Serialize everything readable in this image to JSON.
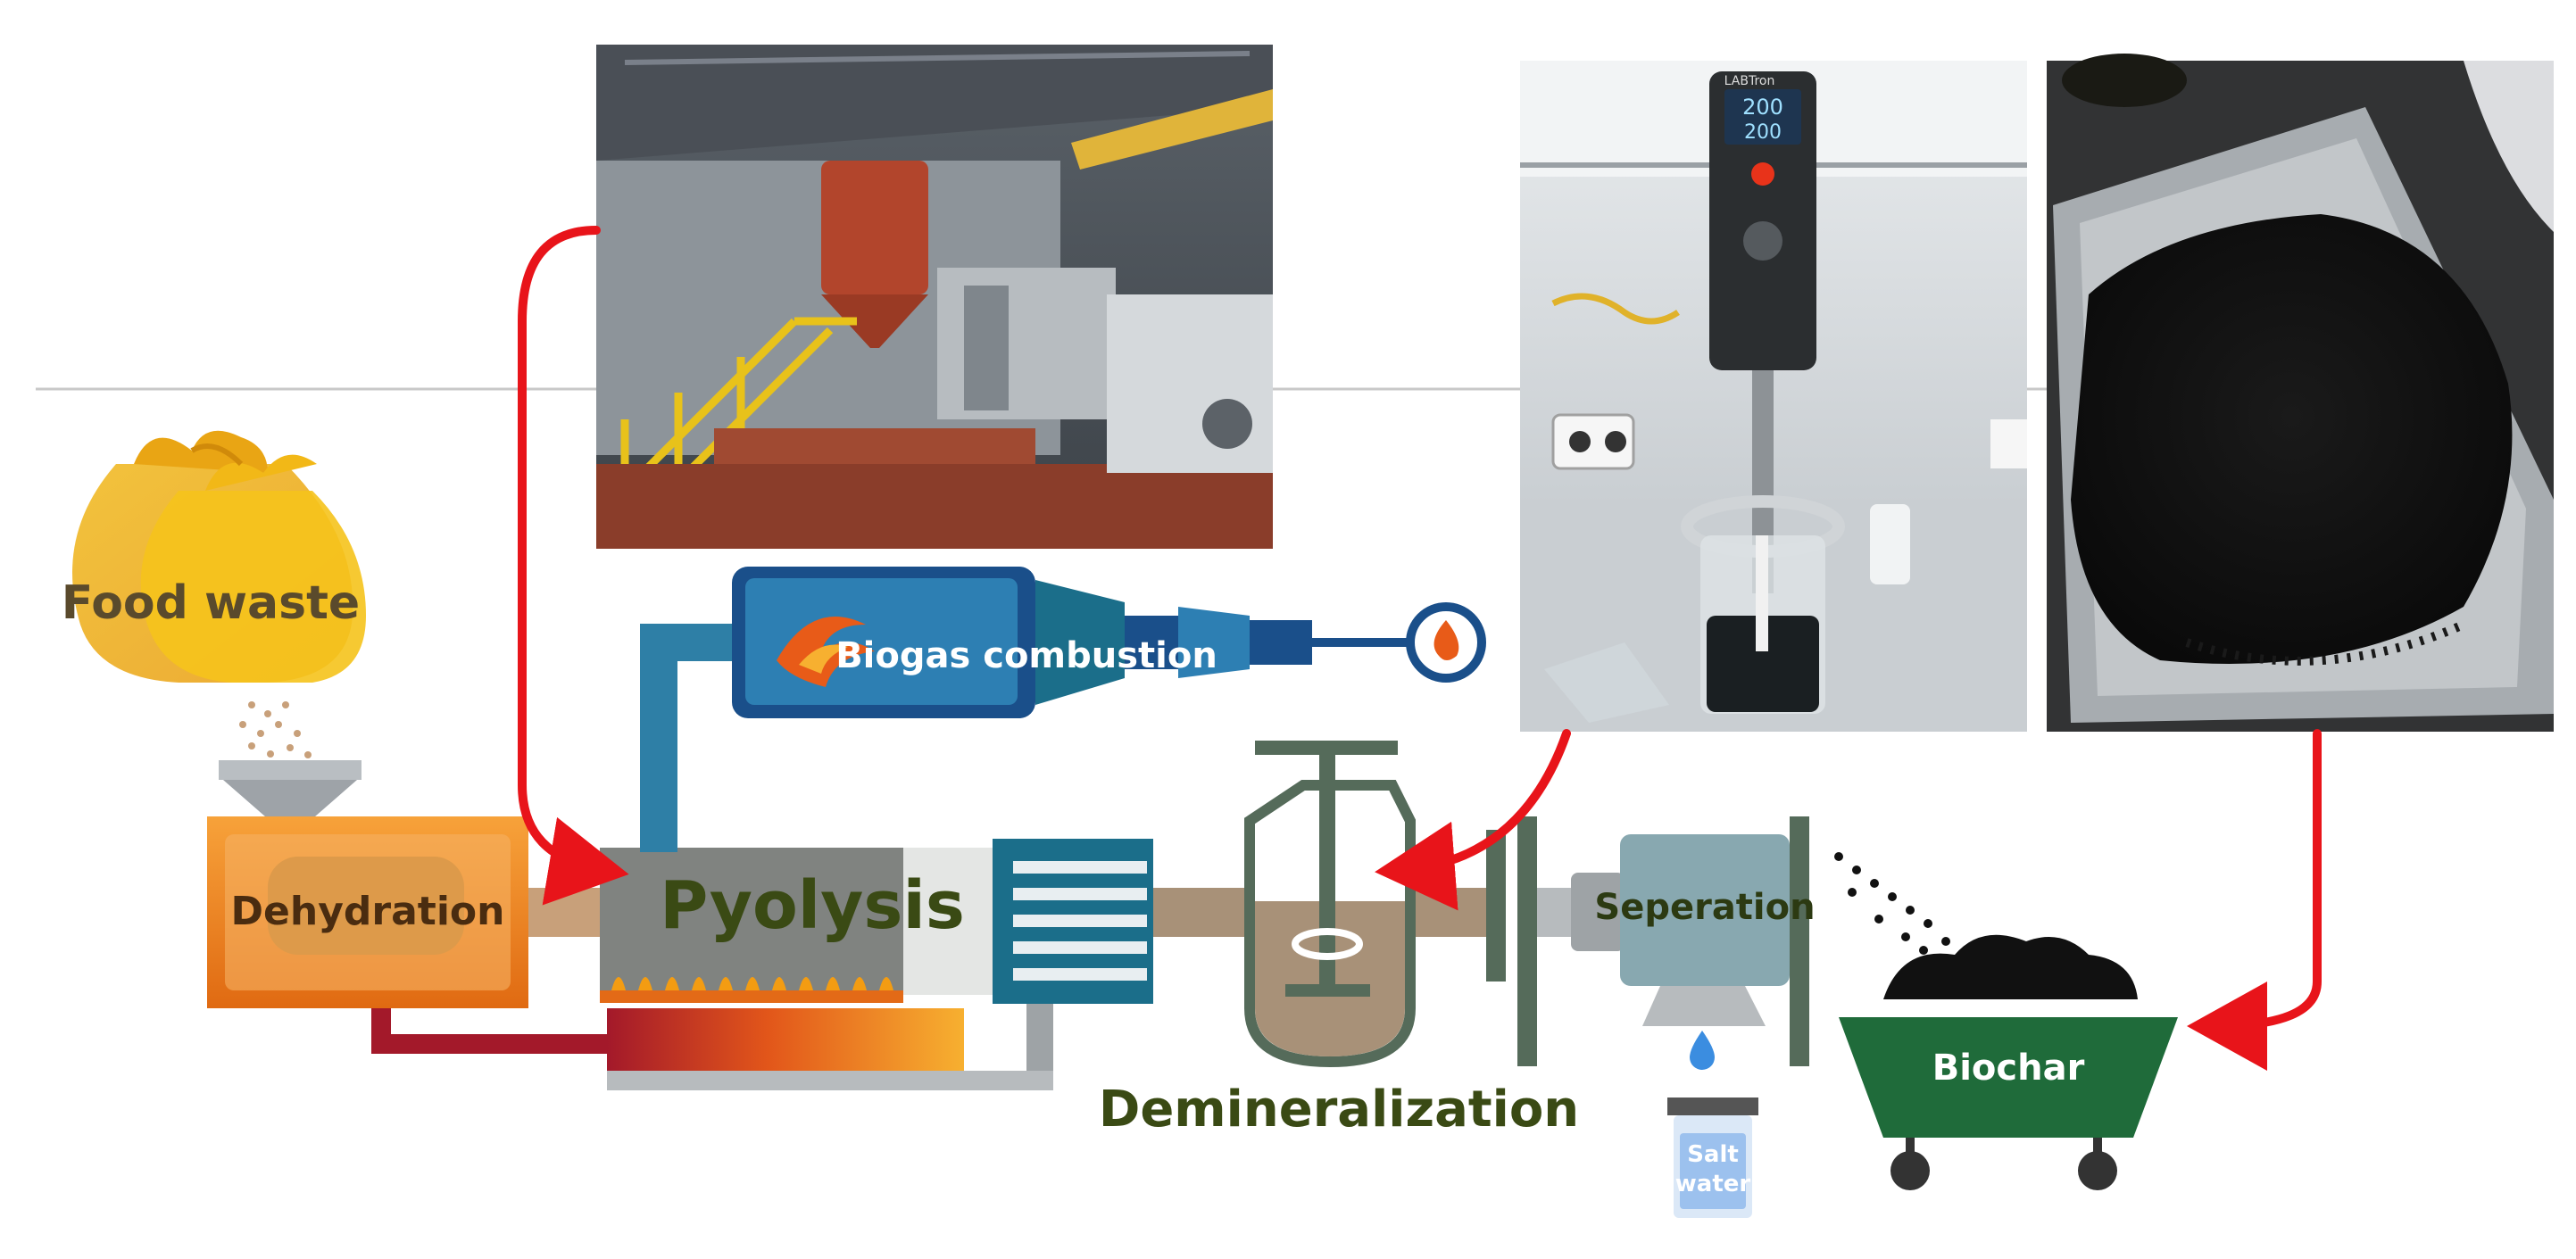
{
  "labels": {
    "food_waste": "Food waste",
    "dehydration": "Dehydration",
    "pyrolysis": "Pyolysis",
    "biogas": "Biogas combustion",
    "demineralization": "Demineralization",
    "separation": "Seperation",
    "biochar": "Biochar",
    "salt": "Salt",
    "water": "water"
  },
  "photos": {
    "stirrer_display_top": "200",
    "stirrer_display_bottom": "200",
    "stirrer_brand": "LABTron"
  },
  "colors": {
    "arrow": "#e8141a",
    "pipe_blue": "#2e7fa6",
    "dark_blue": "#1a4f8a",
    "teal": "#1b6e8a",
    "grey_body": "#7b7d7a",
    "pipe_tan": "#a89178",
    "orange": "#ef8a1c",
    "dark_red": "#a3192a",
    "green": "#1f6b3a",
    "label_dark": "#2c3a12",
    "olive": "#3a4a14"
  }
}
